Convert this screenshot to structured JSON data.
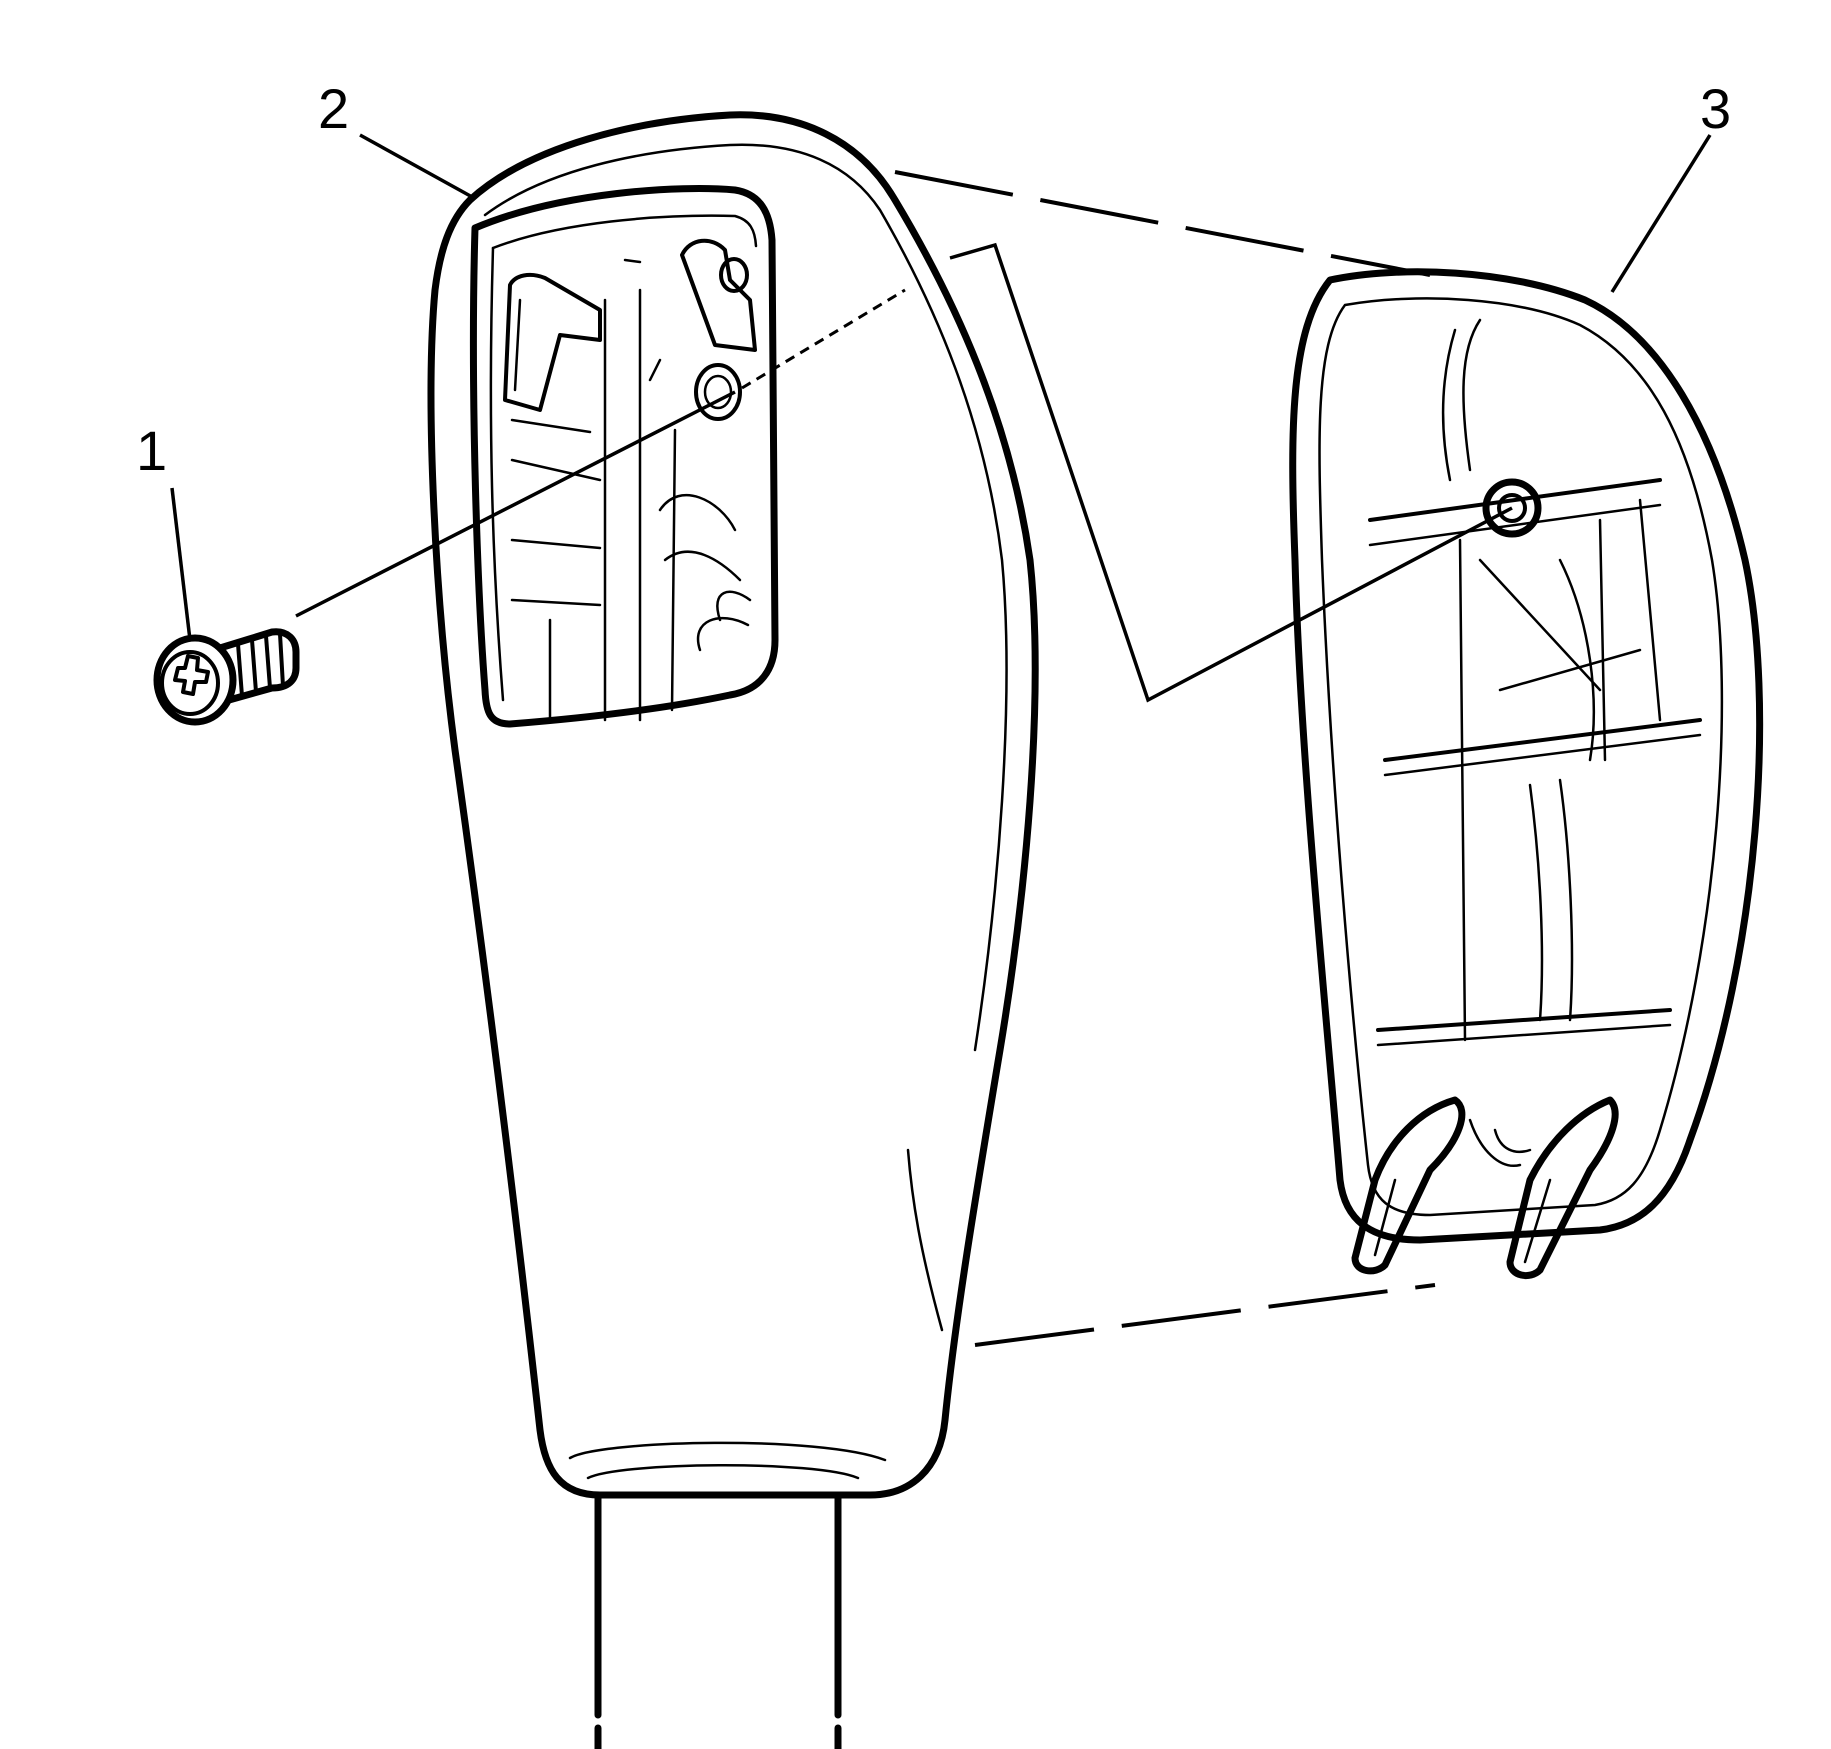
{
  "diagram": {
    "callouts": [
      {
        "id": "1",
        "label": "1"
      },
      {
        "id": "2",
        "label": "2"
      },
      {
        "id": "3",
        "label": "3"
      }
    ],
    "parts": [
      "screw-icon",
      "shift-knob-icon",
      "knob-trim-cover-icon"
    ],
    "line_color": "#000000",
    "background": "#ffffff"
  }
}
